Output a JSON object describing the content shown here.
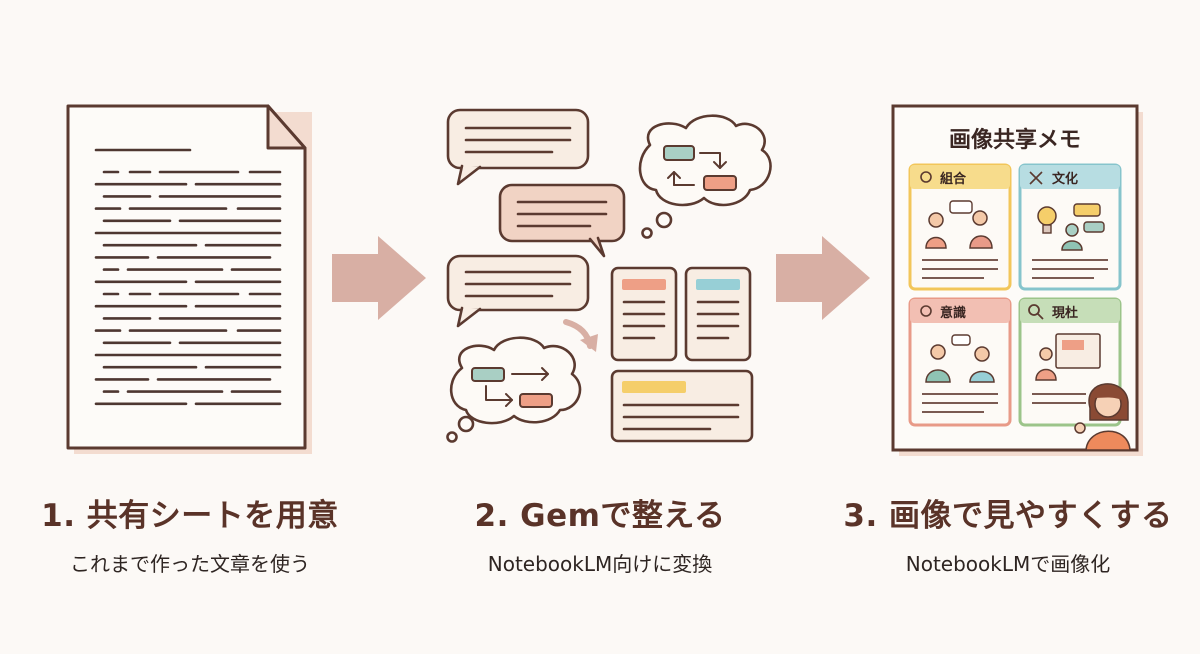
{
  "steps": [
    {
      "title": "1. 共有シートを用意",
      "subtitle": "これまで作った文章を使う"
    },
    {
      "title": "2. Gemで整える",
      "subtitle": "NotebookLM向けに変換"
    },
    {
      "title": "3. 画像で見やすくする",
      "subtitle": "NotebookLMで画像化"
    }
  ],
  "poster": {
    "title": "画像共享メモ",
    "cards": [
      {
        "label": "組合",
        "icon": "lightbulb-icon",
        "color": "#f2c65a"
      },
      {
        "label": "文化",
        "icon": "shuffle-icon",
        "color": "#86c4cc"
      },
      {
        "label": "意識",
        "icon": "lightbulb-icon",
        "color": "#e89a88"
      },
      {
        "label": "現杜",
        "icon": "magnifier-icon",
        "color": "#9cc48a"
      }
    ]
  },
  "colors": {
    "outline": "#5b3a30",
    "arrow": "#d8afa4",
    "paper": "#fdfaf6",
    "bubble_fill": "#f8ede3",
    "bubble_accent": "#f1d3c4",
    "title_text": "#5a3328"
  }
}
